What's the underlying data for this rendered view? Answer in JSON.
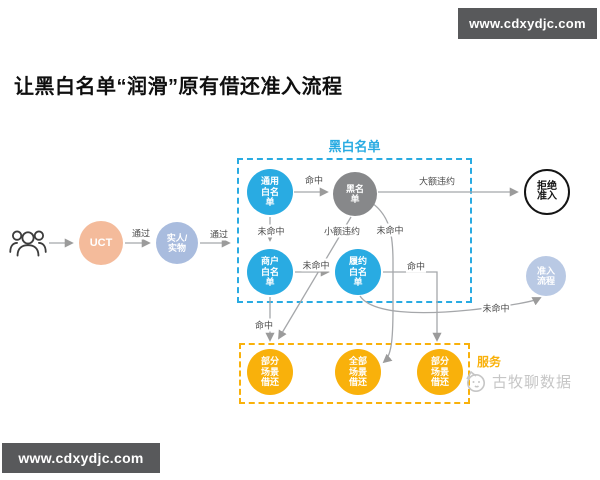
{
  "bars": {
    "top_right": "www.cdxydjc.com",
    "bottom_left": "www.cdxydjc.com"
  },
  "title": "让黑白名单“润滑”原有借还准入流程",
  "watermark": "古牧聊数据",
  "boxes": {
    "blacklist_group": {
      "title": "黑白名单",
      "border_color": "#29abe2"
    },
    "service_group": {
      "title": "服务",
      "border_color": "#f9b10b"
    }
  },
  "nodes": {
    "uct": "UCT",
    "verify": "实人/\n实物",
    "general_whitelist": "通用\n白名\n单",
    "blacklist": "黑名\n单",
    "merchant_whitelist": "商户\n白名\n单",
    "performance_whitelist": "履约\n白名\n单",
    "reject": "拒绝\n准入",
    "admission": "准入\n流程",
    "partial_scenario_left": "部分\n场景\n借还",
    "full_scenario": "全部\n场景\n借还",
    "partial_scenario_right": "部分\n场景\n借还"
  },
  "edge_labels": {
    "pass_1": "通过",
    "pass_2": "通过",
    "hit_blacklist": "命中",
    "large_default": "大额违约",
    "miss_general": "未命中",
    "small_default": "小额违约",
    "miss_blacklist": "未命中",
    "miss_merchant": "未命中",
    "hit_performance": "命中",
    "hit_merchant": "命中",
    "miss_performance": "未命中"
  },
  "icons": {
    "users": "users-group-icon",
    "dog": "dog-face-icon"
  },
  "colors": {
    "accent_blue": "#29abe2",
    "accent_yellow": "#f9b10b",
    "node_gray": "#87888a",
    "node_peach": "#f4bb9b",
    "node_periwinkle": "#a9bcde",
    "node_light_blue": "#b9c9e4",
    "bar_background": "#58595b",
    "line_gray": "#a5a7aa"
  }
}
